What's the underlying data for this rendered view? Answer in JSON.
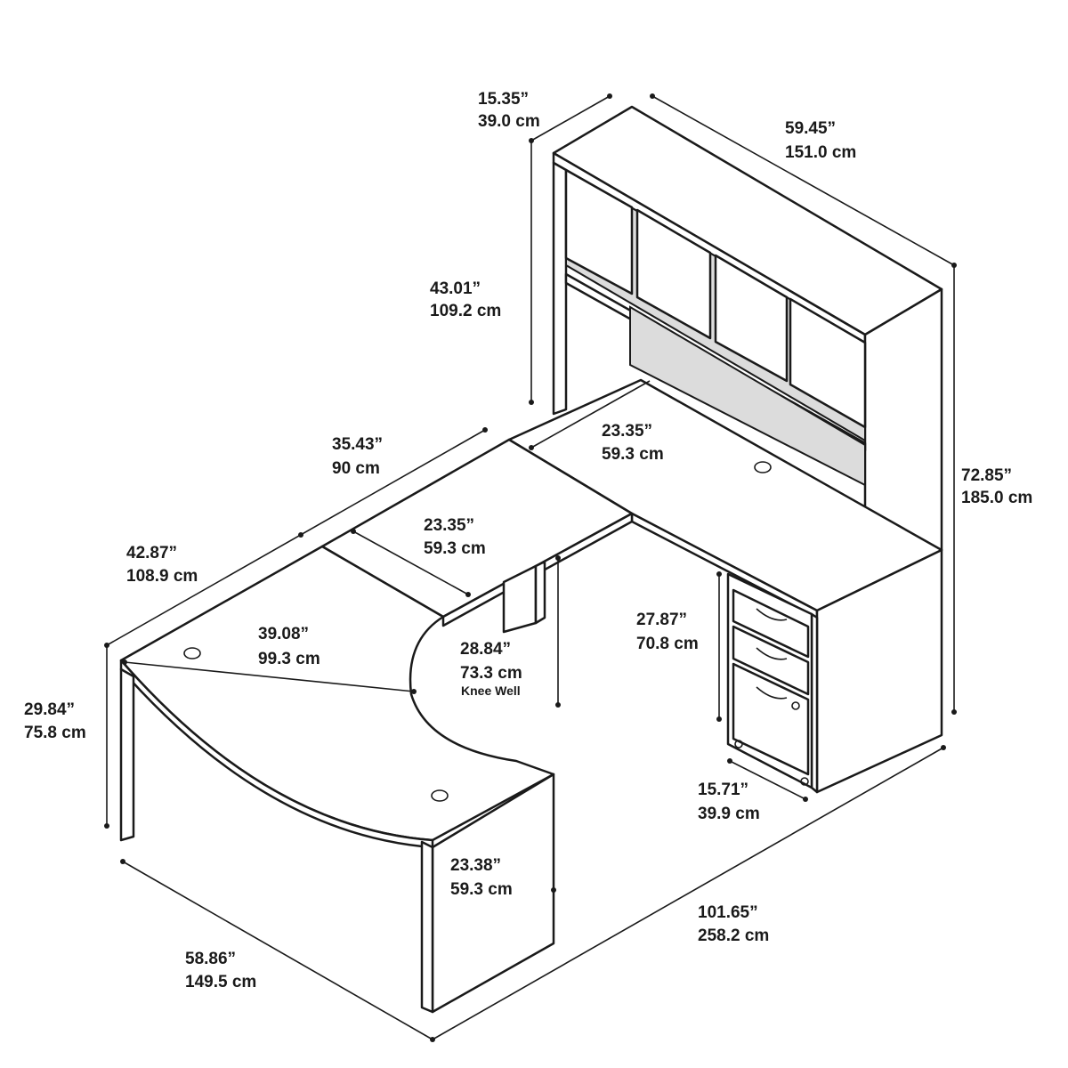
{
  "dimensions": {
    "hutch_depth": {
      "in": "15.35”",
      "cm": "39.0 cm"
    },
    "hutch_width": {
      "in": "59.45”",
      "cm": "151.0 cm"
    },
    "hutch_height": {
      "in": "43.01”",
      "cm": "109.2 cm"
    },
    "total_height": {
      "in": "72.85”",
      "cm": "185.0 cm"
    },
    "bridge_length": {
      "in": "35.43”",
      "cm": "90 cm"
    },
    "rear_desk_depth": {
      "in": "23.35”",
      "cm": "59.3 cm"
    },
    "bridge_depth": {
      "in": "23.35”",
      "cm": "59.3 cm"
    },
    "bow_desk_depth": {
      "in": "42.87”",
      "cm": "108.9 cm"
    },
    "bow_curve_depth": {
      "in": "39.08”",
      "cm": "99.3 cm"
    },
    "knee_well_height": {
      "in": "28.84”",
      "cm": "73.3 cm",
      "note": "Knee Well"
    },
    "pedestal_height": {
      "in": "27.87”",
      "cm": "70.8 cm"
    },
    "desk_height": {
      "in": "29.84”",
      "cm": "75.8 cm"
    },
    "pedestal_depth": {
      "in": "15.71”",
      "cm": "39.9 cm"
    },
    "front_depth": {
      "in": "23.38”",
      "cm": "59.3 cm"
    },
    "bow_desk_width": {
      "in": "58.86”",
      "cm": "149.5 cm"
    },
    "total_length": {
      "in": "101.65”",
      "cm": "258.2 cm"
    }
  }
}
